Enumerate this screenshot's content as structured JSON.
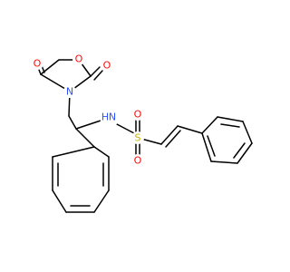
{
  "molecule": {
    "atoms": {
      "o_carbonyl_top": {
        "symbol": "O",
        "color": "#ff0d0d"
      },
      "o_ring": {
        "symbol": "O",
        "color": "#ff0d0d"
      },
      "o_carbonyl_right": {
        "symbol": "O",
        "color": "#ff0d0d"
      },
      "n_ring": {
        "symbol": "N",
        "color": "#3050f8"
      },
      "n_amide": {
        "symbol": "N",
        "color": "#3050f8"
      },
      "h_amide": {
        "symbol": "H",
        "color": "#3050f8"
      },
      "s_sulfonyl": {
        "symbol": "S",
        "color": "#c8b400"
      },
      "o_sulfonyl_top": {
        "symbol": "O",
        "color": "#ff0d0d"
      },
      "o_sulfonyl_bottom": {
        "symbol": "O",
        "color": "#ff0d0d"
      }
    }
  }
}
